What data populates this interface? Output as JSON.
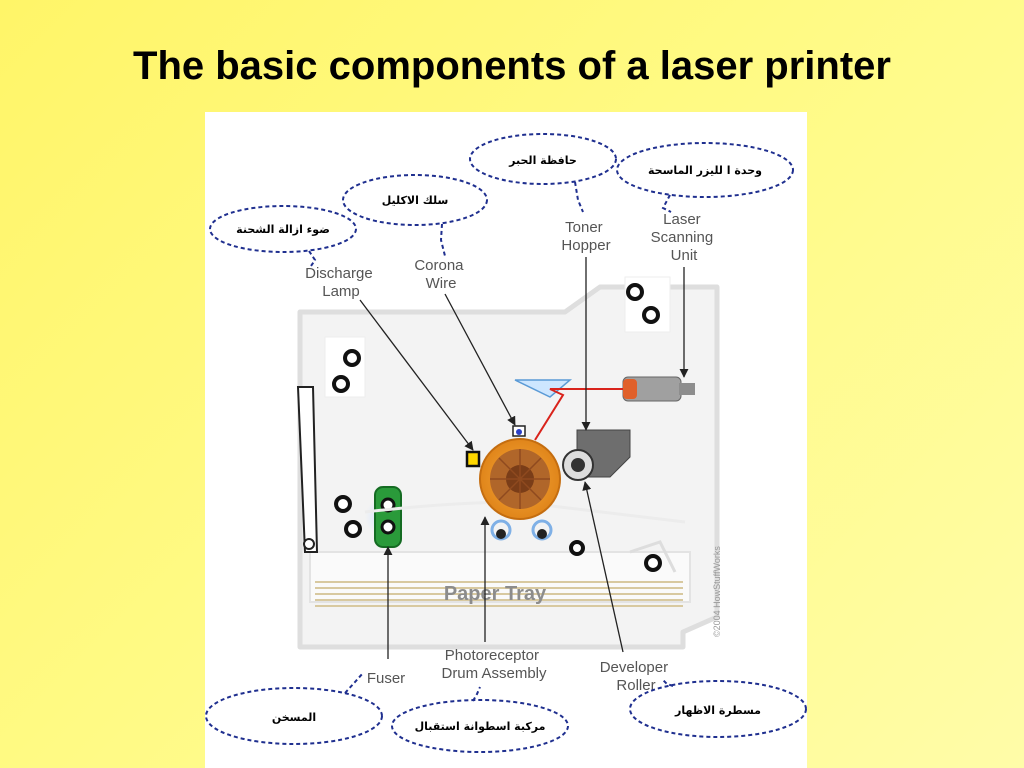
{
  "slide": {
    "title": "The basic components of a laser printer"
  },
  "diagram": {
    "tray_label": "Paper Tray",
    "copyright": "©2004 HowStuffWorks",
    "labels": {
      "toner_hopper": [
        "Toner",
        "Hopper"
      ],
      "laser_scanning_unit": [
        "Laser",
        "Scanning",
        "Unit"
      ],
      "corona_wire": [
        "Corona",
        "Wire"
      ],
      "discharge_lamp": [
        "Discharge",
        "Lamp"
      ],
      "fuser": [
        "Fuser"
      ],
      "photoreceptor_drum": [
        "Photoreceptor",
        "Drum Assembly"
      ],
      "developer_roller": [
        "Developer",
        "Roller"
      ]
    },
    "arabic": {
      "toner_hopper": "حافظة الحبر",
      "laser_scanning_unit": "وحدة ا لليزر الماسحة",
      "corona_wire": "سلك الاكليل",
      "discharge_lamp": "ضوء ازالة الشحنة",
      "fuser": "المسخن",
      "photoreceptor_drum": "مركبة اسطوانة استقبال",
      "developer_roller": "مسطرة الاظهار"
    }
  }
}
